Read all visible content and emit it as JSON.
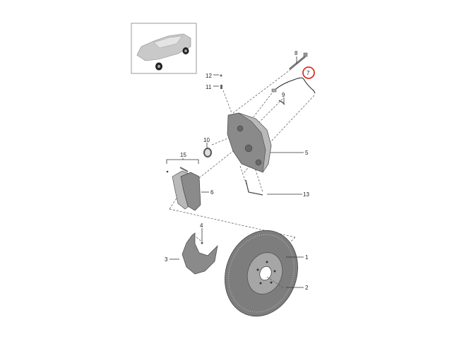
{
  "diagram": {
    "title": "Front brake assembly exploded view",
    "highlight_color": "#d9322b",
    "highlighted_part": "7",
    "part_labels": {
      "p1": "1",
      "p2": "2",
      "p3": "3",
      "p4": "4",
      "p5": "5",
      "p6": "6",
      "p7": "7",
      "p8": "8",
      "p9": "9",
      "p10": "10",
      "p11": "11",
      "p12": "12",
      "p13": "13",
      "p15": "15"
    }
  }
}
